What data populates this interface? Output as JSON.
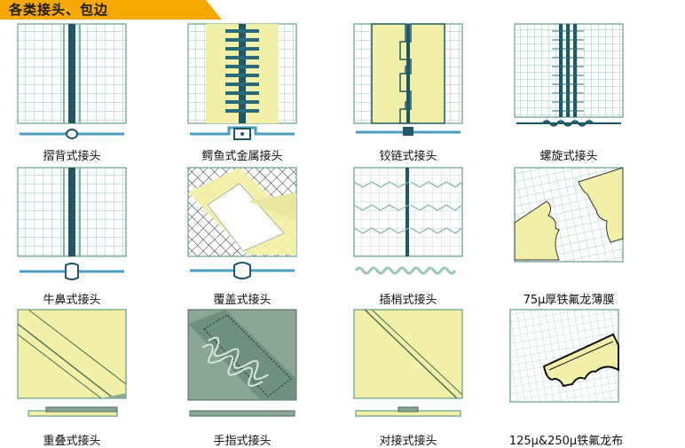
{
  "header": {
    "title": "各类接头、包边"
  },
  "colors": {
    "banner": "#f5a800",
    "mesh": "#5aa08a",
    "pale": "#f2f0a8",
    "lace": "#1f5a6a",
    "green": "#8aa796"
  },
  "items": [
    {
      "label": "摺背式接头",
      "icon": "folded-back-joint-icon"
    },
    {
      "label": "鳄鱼式金属接头",
      "icon": "alligator-metal-joint-icon"
    },
    {
      "label": "铰链式接头",
      "icon": "hinge-joint-icon"
    },
    {
      "label": "螺旋式接头",
      "icon": "spiral-joint-icon"
    },
    {
      "label": "牛鼻式接头",
      "icon": "bull-nose-joint-icon"
    },
    {
      "label": "覆盖式接头",
      "icon": "overlay-joint-icon"
    },
    {
      "label": "插梢式接头",
      "icon": "pin-joint-icon"
    },
    {
      "label": "75μ厚铁氟龙薄膜",
      "icon": "75u-ptfe-film-edge-icon"
    },
    {
      "label": "重叠式接头",
      "icon": "overlap-joint-icon"
    },
    {
      "label": "手指式接头",
      "icon": "finger-joint-icon"
    },
    {
      "label": "对接式接头",
      "icon": "butt-joint-icon"
    },
    {
      "label": "125μ&250μ铁氟龙布",
      "icon": "125u-250u-ptfe-cloth-edge-icon"
    }
  ]
}
